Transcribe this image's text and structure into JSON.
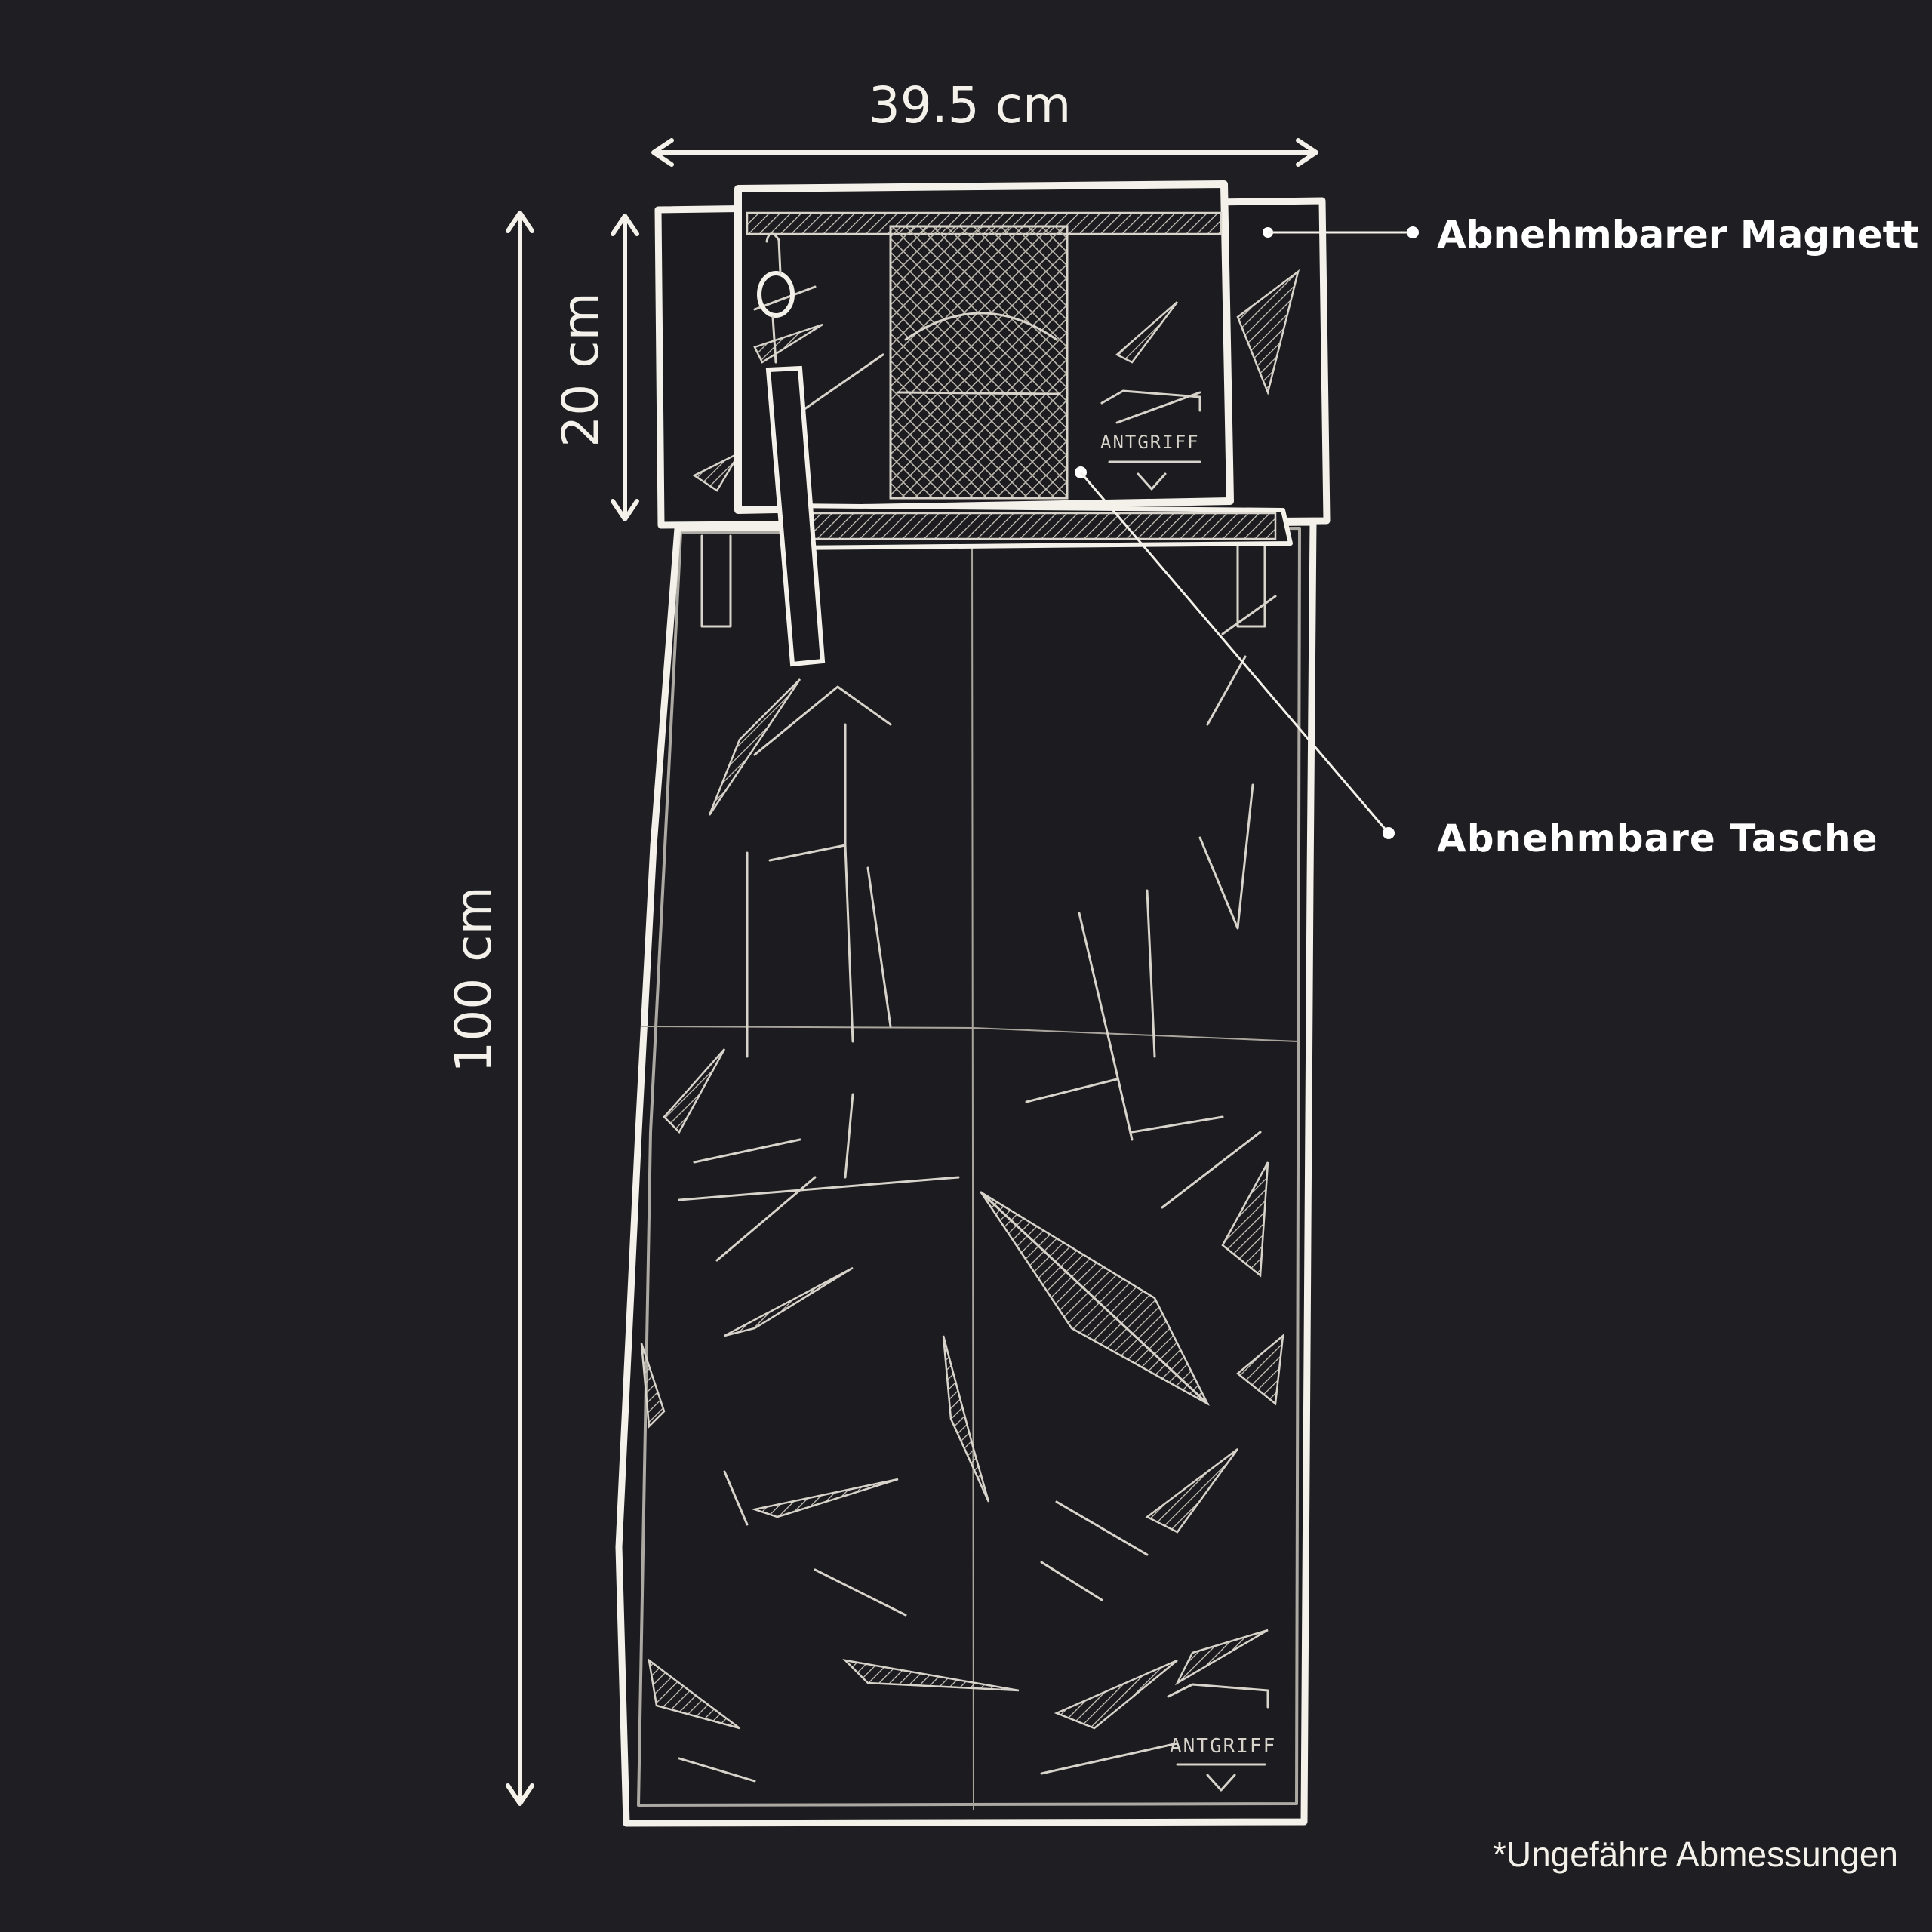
{
  "dimensions": {
    "width": "39.5 cm",
    "pillow_height": "20 cm",
    "total_length": "100 cm"
  },
  "callouts": {
    "magnet": "Abnehmbarer Magnett",
    "pocket": "Abnehmbare Tasche"
  },
  "footnote": "*Ungefähre Abmessungen",
  "logos": [
    "ANTGRIFF",
    "ANTGRIFF"
  ],
  "colors": {
    "background": "#1f1e22",
    "line": "#f4f1ea"
  }
}
